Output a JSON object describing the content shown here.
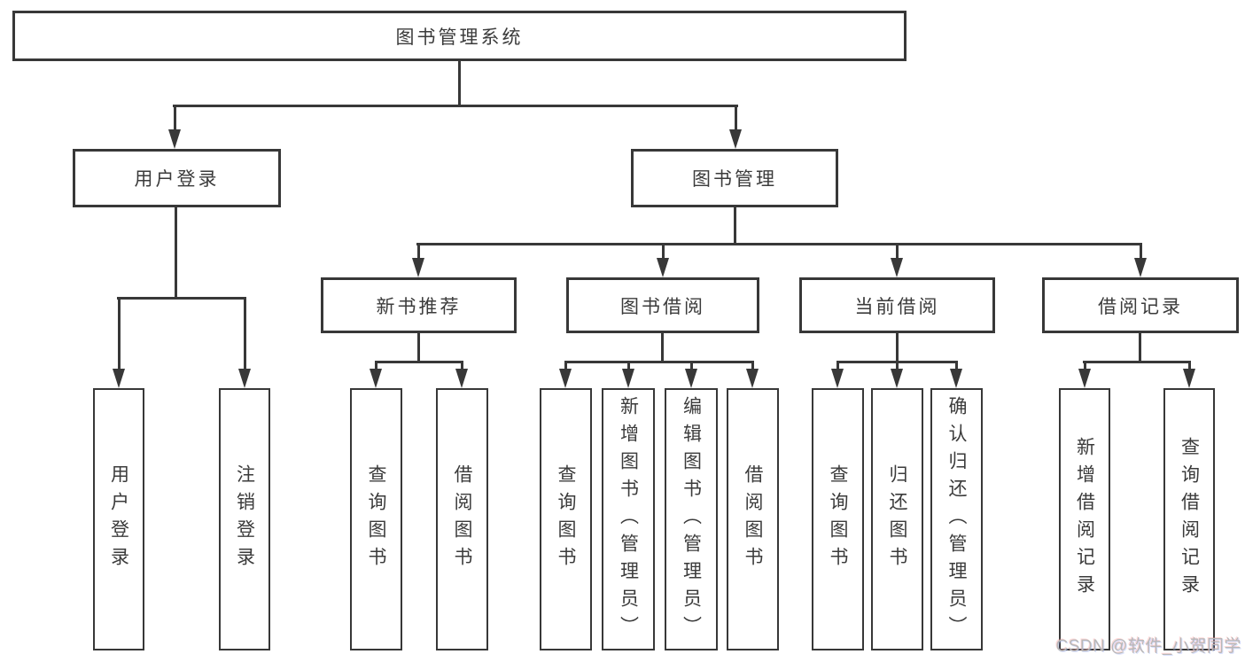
{
  "root": {
    "label": "图书管理系统"
  },
  "branches": [
    {
      "label": "用户登录",
      "children": [
        {
          "label": "用户登录"
        },
        {
          "label": "注销登录"
        }
      ]
    },
    {
      "label": "图书管理",
      "children": [
        {
          "label": "新书推荐",
          "children": [
            {
              "label": "查询图书"
            },
            {
              "label": "借阅图书"
            }
          ]
        },
        {
          "label": "图书借阅",
          "children": [
            {
              "label": "查询图书"
            },
            {
              "label": "新增图书（管理员）"
            },
            {
              "label": "编辑图书（管理员）"
            },
            {
              "label": "借阅图书"
            }
          ]
        },
        {
          "label": "当前借阅",
          "children": [
            {
              "label": "查询图书"
            },
            {
              "label": "归还图书"
            },
            {
              "label": "确认归还（管理员）"
            }
          ]
        },
        {
          "label": "借阅记录",
          "children": [
            {
              "label": "新增借阅记录"
            },
            {
              "label": "查询借阅记录"
            }
          ]
        }
      ]
    }
  ],
  "watermark": "CSDN @软件_小贺同学",
  "colors": {
    "line": "#383838",
    "text": "#3b3b3b",
    "watermark_gray": "#b8b8b8",
    "background": "#ffffff"
  }
}
